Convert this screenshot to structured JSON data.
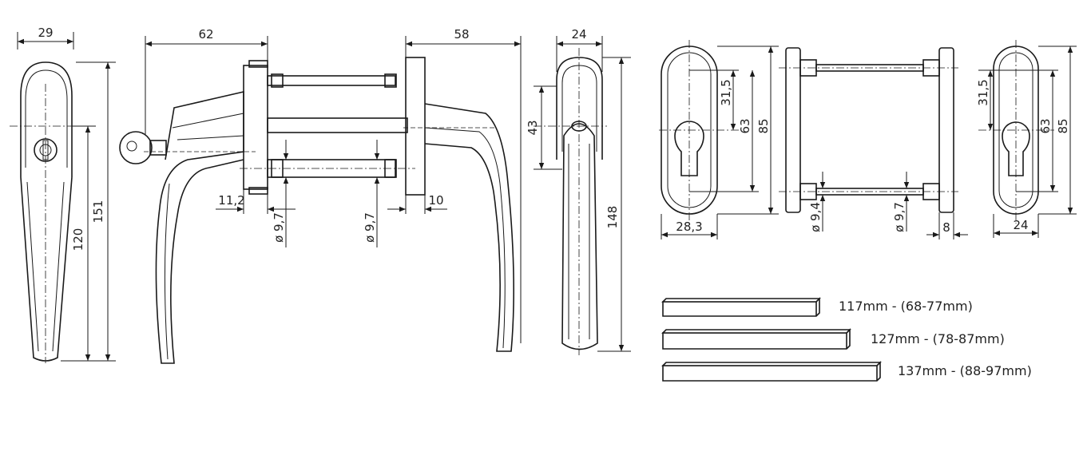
{
  "dimensions": {
    "front_width": "29",
    "front_total_height": "151",
    "front_lever_height": "120",
    "side_reach": "62",
    "side_base_offset": "11,2",
    "pin1_diameter": "ø 9,7",
    "pin2_diameter": "ø 9,7",
    "rear_reach": "58",
    "rear_base_thickness": "10",
    "back_width": "24",
    "back_spindle_height": "43",
    "back_total_height": "148",
    "rose1_width": "28,3",
    "rose1_half": "31,5",
    "rose1_spacing": "63",
    "rose1_height": "85",
    "screw1_diameter": "ø 9,4",
    "screw2_diameter": "ø 9,7",
    "rose_thickness": "8",
    "rose2_half": "31,5",
    "rose2_spacing": "63",
    "rose2_height": "85",
    "rose2_width": "24"
  },
  "spindle_options": [
    "117mm - (68-77mm)",
    "127mm - (78-87mm)",
    "137mm - (88-97mm)"
  ],
  "colors": {
    "line": "#1a1a1a",
    "background": "#ffffff"
  }
}
